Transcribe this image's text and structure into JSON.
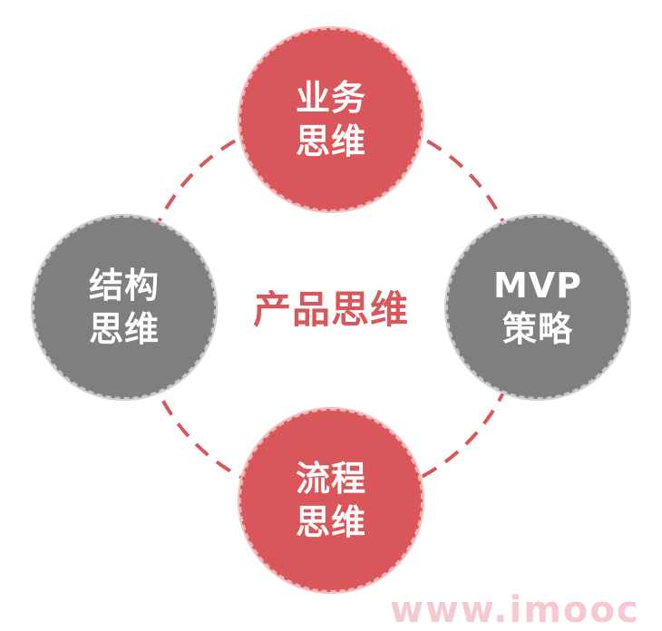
{
  "diagram": {
    "center_label": "产品思维",
    "nodes": {
      "top": {
        "line1": "业务",
        "line2": "思维",
        "color": "#d9575b"
      },
      "bottom": {
        "line1": "流程",
        "line2": "思维",
        "color": "#d9575b"
      },
      "left": {
        "line1": "结构",
        "line2": "思维",
        "color": "#7f7f7f"
      },
      "right": {
        "line1": "MVP",
        "line2": "策略",
        "color": "#7f7f7f"
      }
    },
    "ring_color": "#d9575b",
    "center_color": "#d9575b"
  },
  "watermark": "www.imooc"
}
